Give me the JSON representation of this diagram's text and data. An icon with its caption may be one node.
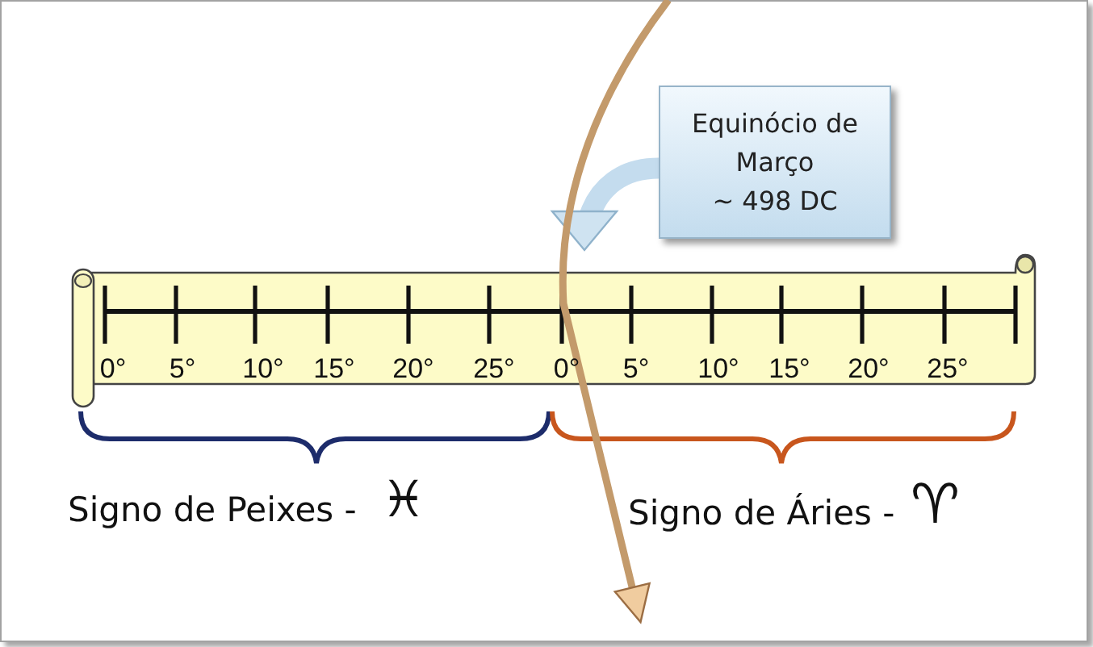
{
  "diagram": {
    "nodes": [
      {
        "text": [
          "Equinócio de Março",
          "~ 498 DC"
        ]
      },
      {
        "text": [
          "0°",
          "5°",
          "10°",
          "15°",
          "20°",
          "25°",
          "0°",
          "5°",
          "10°",
          "15°",
          "20°",
          "25°"
        ]
      }
    ],
    "edges": [
      {
        "from": 0,
        "to": 1,
        "arrow": "to"
      }
    ],
    "labels": [
      "Signo de Peixes -",
      "♓",
      "Signo de Áries -",
      "♈"
    ]
  }
}
